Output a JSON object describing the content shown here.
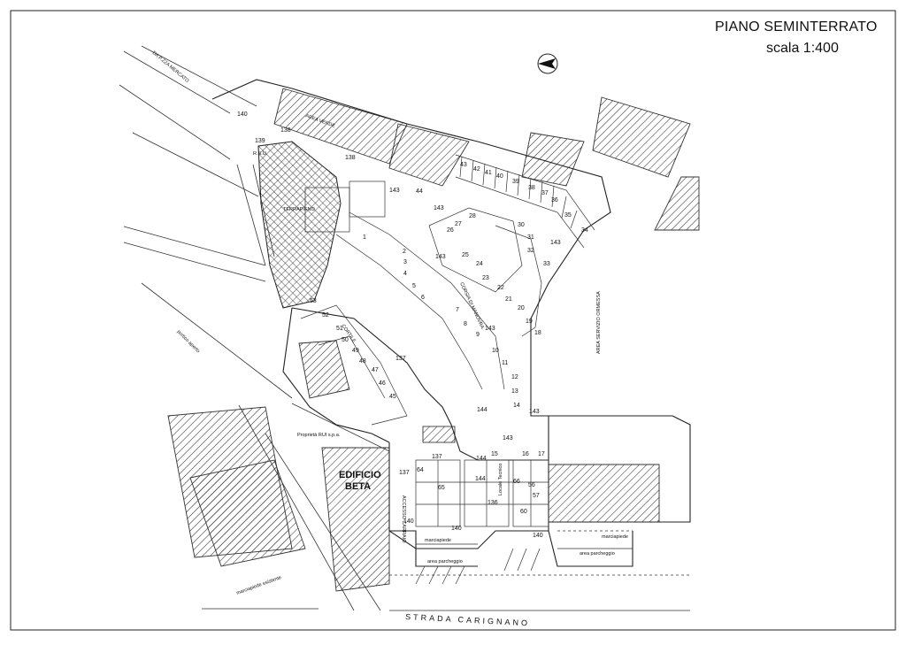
{
  "title": {
    "main": "PIANO SEMINTERRATO",
    "scale": "scala 1:400"
  },
  "icons": {
    "north": "north-arrow-icon"
  },
  "labels": {
    "street_top": "DA P.ZZA MERCATO",
    "street_bottom": "STRADA CARIGNANO",
    "building": "EDIFICIO",
    "building2": "BETA",
    "ramp": "TERRAPIENO",
    "courtyard": "CORTILE",
    "area_verde": "AREA VERDE",
    "rsu": "R.S.U.",
    "corsia1": "CORSIA DI MANOVRA",
    "locale_tecnico": "Locale Tecnico",
    "accesso_carraio": "ACCESSO CARRAIO",
    "marciapiede1": "marciapiede",
    "marciapiede2": "marciapiede",
    "area_parcheggio1": "area parcheggio",
    "area_parcheggio2": "area parcheggio",
    "proprieta": "Proprietà RUI s.p.a.",
    "portico": "portico aperto",
    "area_servizio": "AREA SERVIZIO ORMESSA",
    "marciapiede_esistente": "marciapiede esistente"
  },
  "spaces": {
    "top_row": [
      "43",
      "42",
      "41",
      "40",
      "39",
      "38",
      "37",
      "36",
      "35",
      "34"
    ],
    "right_col": [
      "26",
      "27",
      "28",
      "25",
      "24",
      "23",
      "22",
      "21",
      "30",
      "31",
      "32",
      "33",
      "20",
      "19",
      "18"
    ],
    "middle_col": [
      "1",
      "2",
      "3",
      "4",
      "5",
      "6",
      "7",
      "8",
      "9",
      "10",
      "11",
      "12",
      "13",
      "14"
    ],
    "left_col": [
      "53",
      "52",
      "51",
      "50",
      "49",
      "48",
      "47",
      "46",
      "45"
    ],
    "bottom": [
      "15",
      "16",
      "17",
      "56",
      "57",
      "60",
      "64",
      "65",
      "66"
    ],
    "numbers_143": [
      "143",
      "143",
      "143",
      "143",
      "143",
      "143",
      "143"
    ],
    "misc": [
      "140",
      "139",
      "138",
      "138",
      "137",
      "137",
      "137",
      "140",
      "140",
      "140",
      "144",
      "144",
      "144",
      "44",
      "136"
    ]
  }
}
